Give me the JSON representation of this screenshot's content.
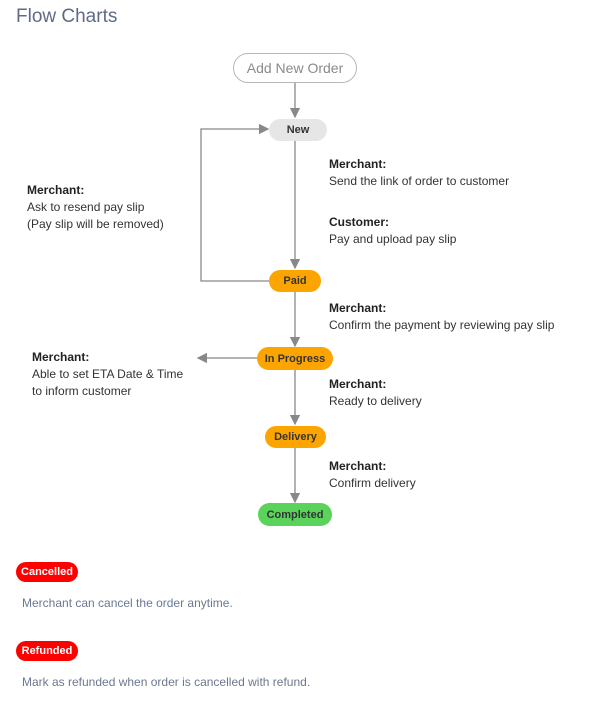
{
  "page": {
    "title": "Flow Charts"
  },
  "flow": {
    "start_label": "Add New Order",
    "nodes": {
      "new": "New",
      "paid": "Paid",
      "in_progress": "In Progress",
      "delivery": "Delivery",
      "completed": "Completed"
    },
    "notes": {
      "new_merchant": {
        "who": "Merchant:",
        "lines": [
          "Send the link of order to customer"
        ]
      },
      "new_customer": {
        "who": "Customer:",
        "lines": [
          "Pay and upload pay slip"
        ]
      },
      "paid_merchant": {
        "who": "Merchant:",
        "lines": [
          "Confirm the payment by reviewing pay slip"
        ]
      },
      "resend": {
        "who": "Merchant:",
        "lines": [
          "Ask to resend pay slip",
          "(Pay slip will be removed)"
        ]
      },
      "eta": {
        "who": "Merchant:",
        "lines": [
          "Able to set ETA Date & Time",
          "to inform customer"
        ]
      },
      "progress_merchant": {
        "who": "Merchant:",
        "lines": [
          "Ready to delivery"
        ]
      },
      "delivery_merchant": {
        "who": "Merchant:",
        "lines": [
          "Confirm delivery"
        ]
      }
    }
  },
  "statuses": [
    {
      "label": "Cancelled",
      "description": "Merchant can cancel the order anytime."
    },
    {
      "label": "Refunded",
      "description": "Mark as refunded when order is cancelled with refund."
    }
  ],
  "colors": {
    "new_node": "#e6e6e6",
    "orange_node": "#fca500",
    "completed_node": "#5ad35a",
    "status_badge": "#ff0000",
    "connector": "#888888"
  }
}
